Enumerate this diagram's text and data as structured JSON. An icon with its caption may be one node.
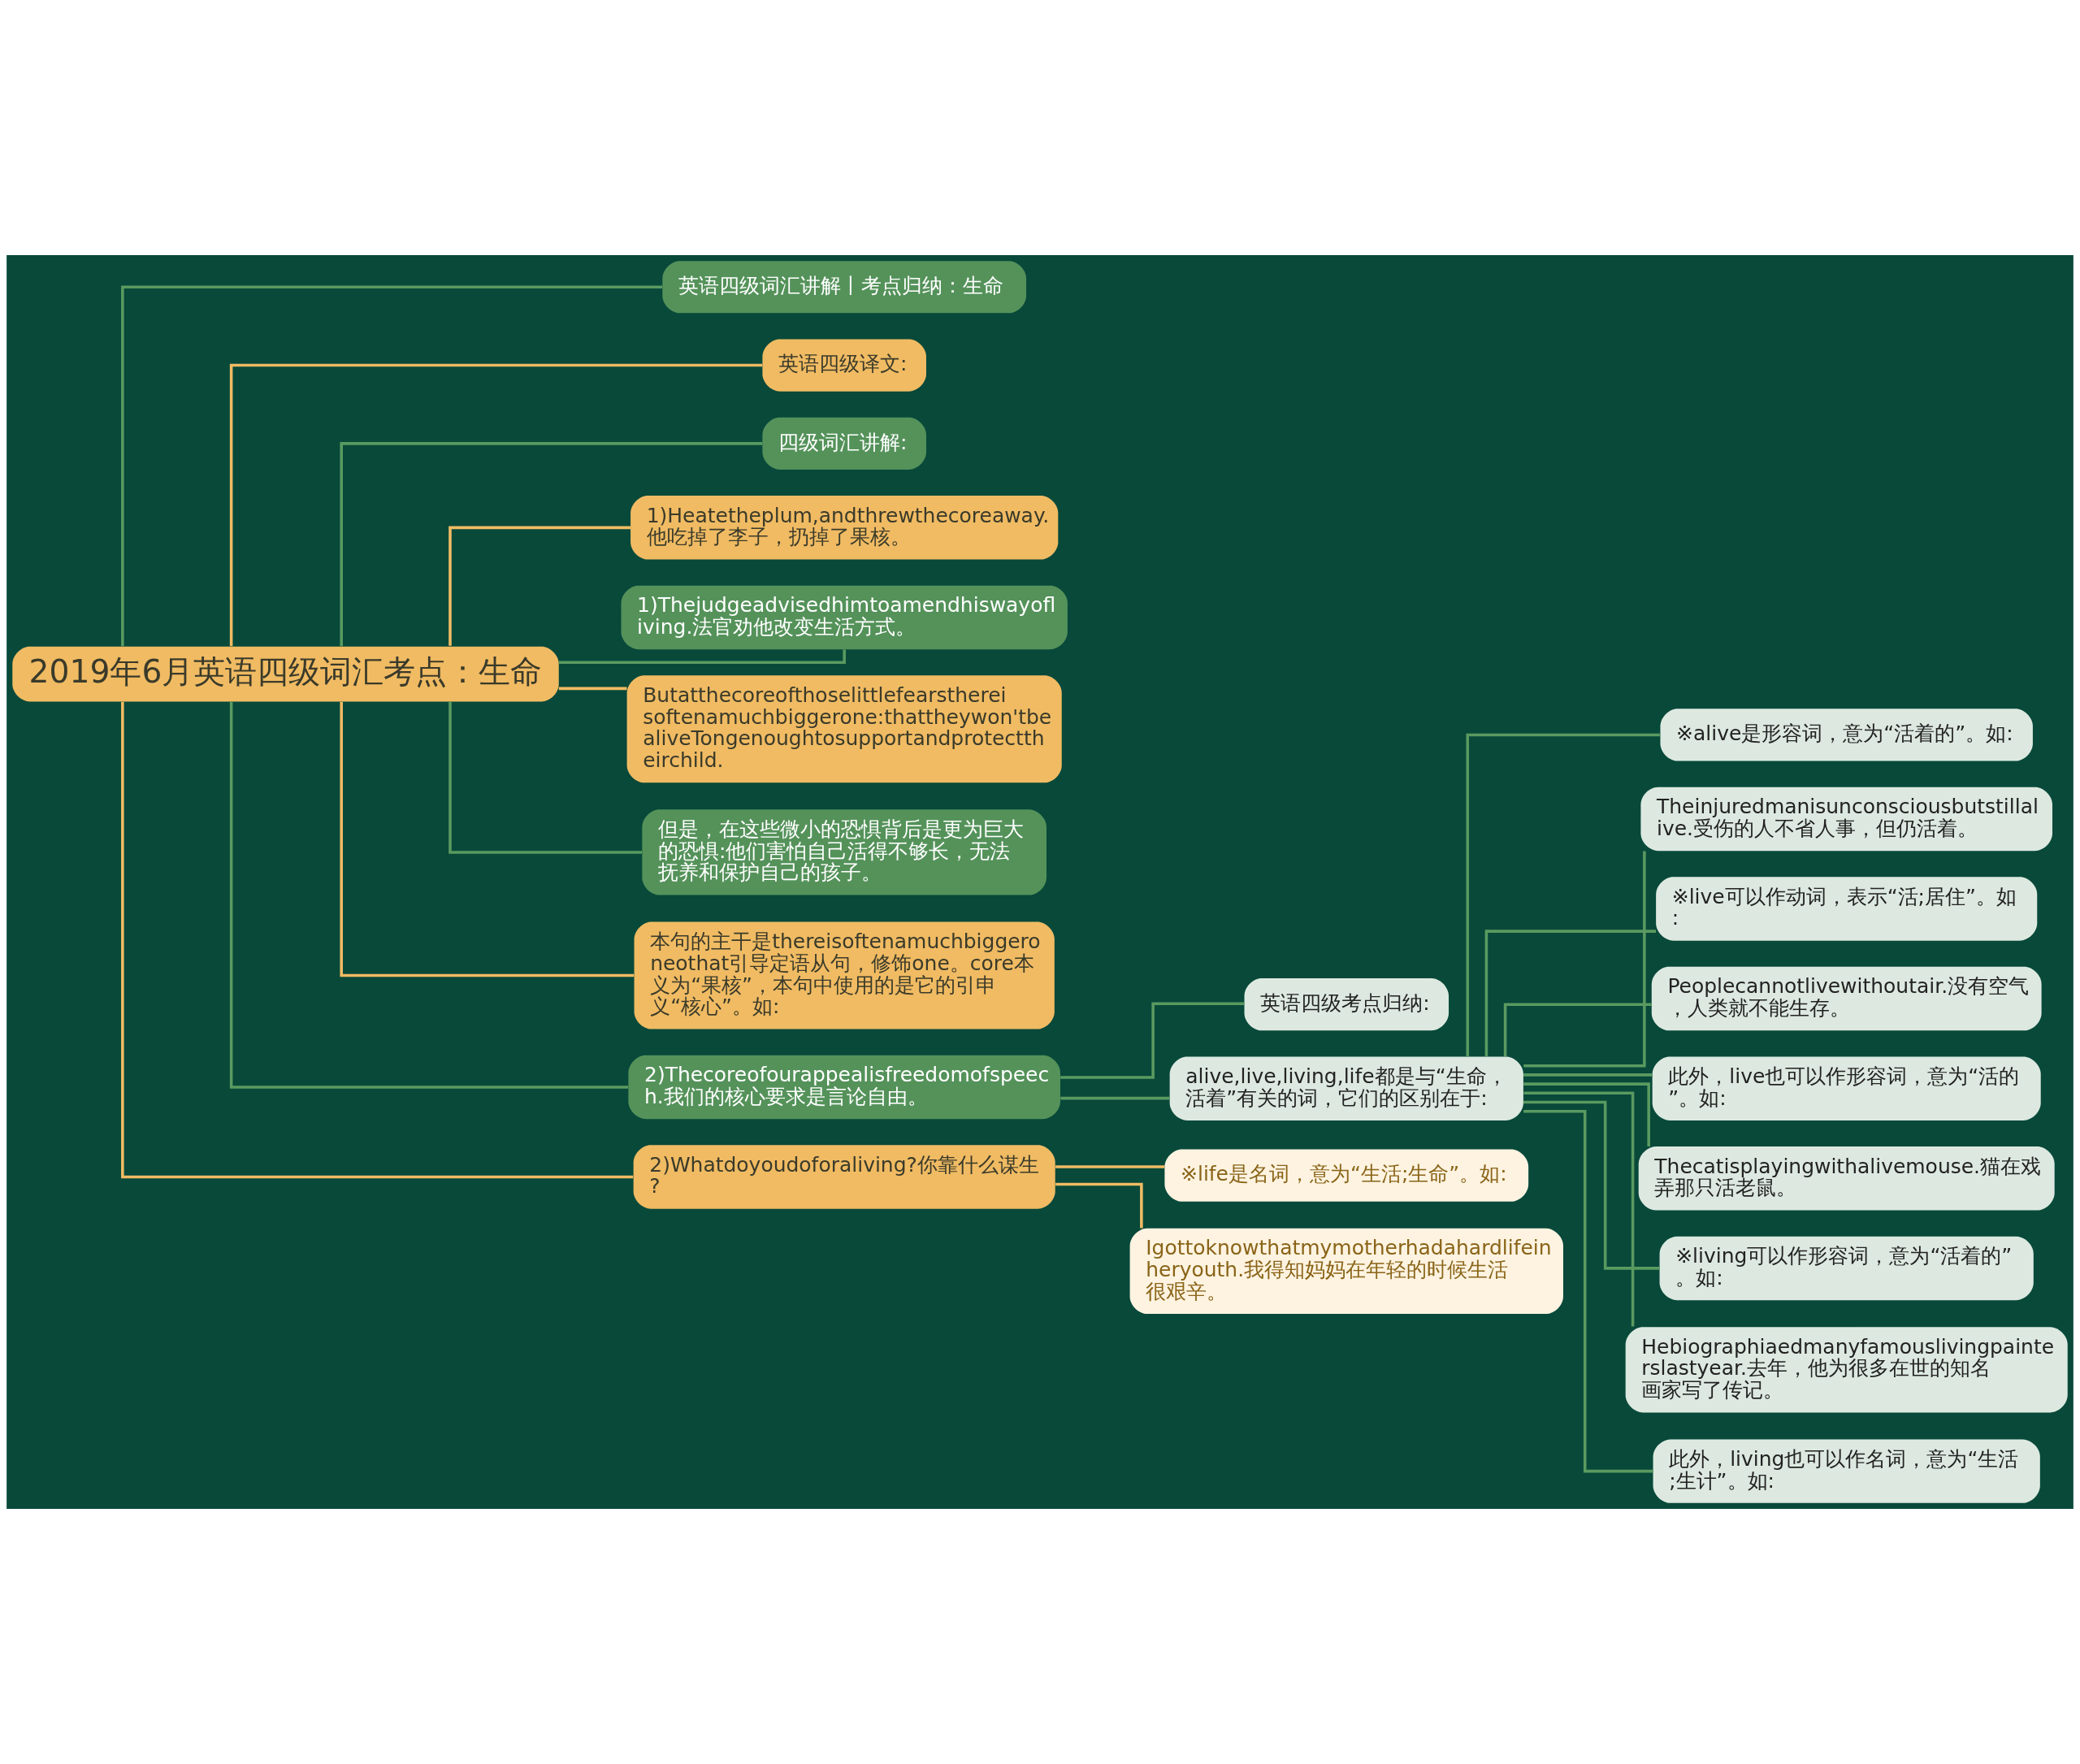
{
  "diagram": {
    "nodes": [
      {
        "text": [
          "2019年6月英语四级词汇考点：生命"
        ]
      },
      {
        "text": [
          "英语四级词汇讲解丨考点归纳：生命"
        ]
      },
      {
        "text": [
          "英语四级译文:"
        ]
      },
      {
        "text": [
          "四级词汇讲解:"
        ]
      },
      {
        "text": [
          "1)Heatetheplum,andthrewthecoreaway.他吃掉了李子，扔掉了果核。"
        ]
      },
      {
        "text": [
          "1)Thejudgeadvisedhimtoamendhiswayofliving.法官劝他改变生活方式。"
        ]
      },
      {
        "text": [
          "Butatthecoreofthoselittlefearsthereisoftenamuchbiggerone:thattheywon'tbealiveTongenoughtosupportandprotecttheirchild."
        ]
      },
      {
        "text": [
          "但是，在这些微小的恐惧背后是更为巨大的恐惧:他们害怕自己活得不够长，无法抚养和保护自己的孩子。"
        ]
      },
      {
        "text": [
          "本句的主干是thereisoftenamuchbiggeroneothat引导定语从句，修饰one。core本义为“果核”，本句中使用的是它的引申义“核心”。如:"
        ]
      },
      {
        "text": [
          "2)Thecoreofourappealisfreedomofspeech.我们的核心要求是言论自由。"
        ]
      },
      {
        "text": [
          "2)Whatdoyoudoforaliving?你靠什么谋生?"
        ]
      },
      {
        "text": [
          "英语四级考点归纳:"
        ]
      },
      {
        "text": [
          "alive,live,living,life都是与“生命，活着”有关的词，它们的区别在于:"
        ]
      },
      {
        "text": [
          "※alive是形容词，意为“活着的”。如:"
        ]
      },
      {
        "text": [
          "Theinjuredmanisunconsciousbutstillalive.受伤的人不省人事，但仍活着。"
        ]
      },
      {
        "text": [
          "※live可以作动词，表示“活;居住”。如:"
        ]
      },
      {
        "text": [
          "Peoplecannotlivewithoutair.没有空气，人类就不能生存。"
        ]
      },
      {
        "text": [
          "此外，live也可以作形容词，意为“活的”。如:"
        ]
      },
      {
        "text": [
          "Thecatisplayingwithalivemouse.猫在戏弄那只活老鼠。"
        ]
      },
      {
        "text": [
          "※living可以作形容词，意为“活着的”。如:"
        ]
      },
      {
        "text": [
          "Hebiographiaedmanyfamouslivingpainterslastyear.去年，他为很多在世的知名画家写了传记。"
        ]
      },
      {
        "text": [
          "此外，living也可以作名词，意为“生活;生计”。如:"
        ]
      },
      {
        "text": [
          "※life是名词，意为“生活;生命”。如:"
        ]
      },
      {
        "text": [
          "Igottoknowthatmymotherhadahardlifeinheryouth.我得知妈妈在年轻的时候生活很艰辛。"
        ]
      }
    ],
    "edges": [
      {
        "from": 0,
        "to": 1,
        "arrow": "none"
      },
      {
        "from": 0,
        "to": 2,
        "arrow": "none",
        "color": "#f0bb63"
      },
      {
        "from": 0,
        "to": 3,
        "arrow": "none"
      },
      {
        "from": 0,
        "to": 4,
        "arrow": "none",
        "color": "#f0bb63"
      },
      {
        "from": 0,
        "to": 5,
        "arrow": "none"
      },
      {
        "from": 0,
        "to": 6,
        "arrow": "none",
        "color": "#f0bb63"
      },
      {
        "from": 0,
        "to": 7,
        "arrow": "none"
      },
      {
        "from": 0,
        "to": 8,
        "arrow": "none",
        "color": "#f0bb63"
      },
      {
        "from": 0,
        "to": 9,
        "arrow": "none"
      },
      {
        "from": 0,
        "to": 10,
        "arrow": "none",
        "color": "#f0bb63"
      },
      {
        "from": 9,
        "to": 11,
        "arrow": "none"
      },
      {
        "from": 9,
        "to": 12,
        "arrow": "none"
      },
      {
        "from": 12,
        "to": 13,
        "arrow": "none"
      },
      {
        "from": 12,
        "to": 14,
        "arrow": "none"
      },
      {
        "from": 12,
        "to": 15,
        "arrow": "none"
      },
      {
        "from": 12,
        "to": 16,
        "arrow": "none"
      },
      {
        "from": 12,
        "to": 17,
        "arrow": "none"
      },
      {
        "from": 12,
        "to": 18,
        "arrow": "none"
      },
      {
        "from": 12,
        "to": 19,
        "arrow": "none"
      },
      {
        "from": 12,
        "to": 20,
        "arrow": "none"
      },
      {
        "from": 12,
        "to": 21,
        "arrow": "none"
      },
      {
        "from": 10,
        "to": 22,
        "arrow": "none",
        "color": "#f0bb63"
      },
      {
        "from": 10,
        "to": 23,
        "arrow": "none",
        "color": "#f0bb63"
      }
    ]
  }
}
